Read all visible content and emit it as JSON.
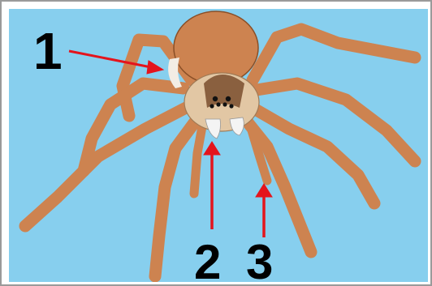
{
  "colors": {
    "background": "#87cfee",
    "body": "#cd8350",
    "body_outline": "#8a4f27",
    "cephalothorax": "#e2c7a4",
    "face_dark": "#7a4e2e",
    "eyes": "#111111",
    "fangs": "#f4f4f4",
    "arrow": "#e4141c",
    "label": "#000000",
    "frame_border": "#9a9a9a"
  },
  "labels": {
    "one": "1",
    "two": "2",
    "three": "3"
  }
}
